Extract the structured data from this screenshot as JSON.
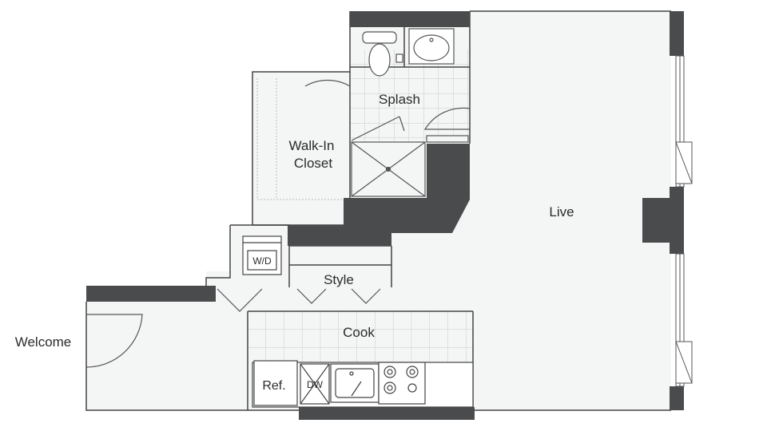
{
  "rooms": {
    "live": "Live",
    "splash": "Splash",
    "closet_line1": "Walk-In",
    "closet_line2": "Closet",
    "style": "Style",
    "cook": "Cook",
    "welcome": "Welcome"
  },
  "appliances": {
    "washer_dryer": "W/D",
    "refrigerator": "Ref.",
    "dishwasher": "DW"
  },
  "colors": {
    "floor": "#f4f6f5",
    "wall": "#4a4b4d",
    "line": "#444444",
    "grid": "#c8c8c8"
  }
}
